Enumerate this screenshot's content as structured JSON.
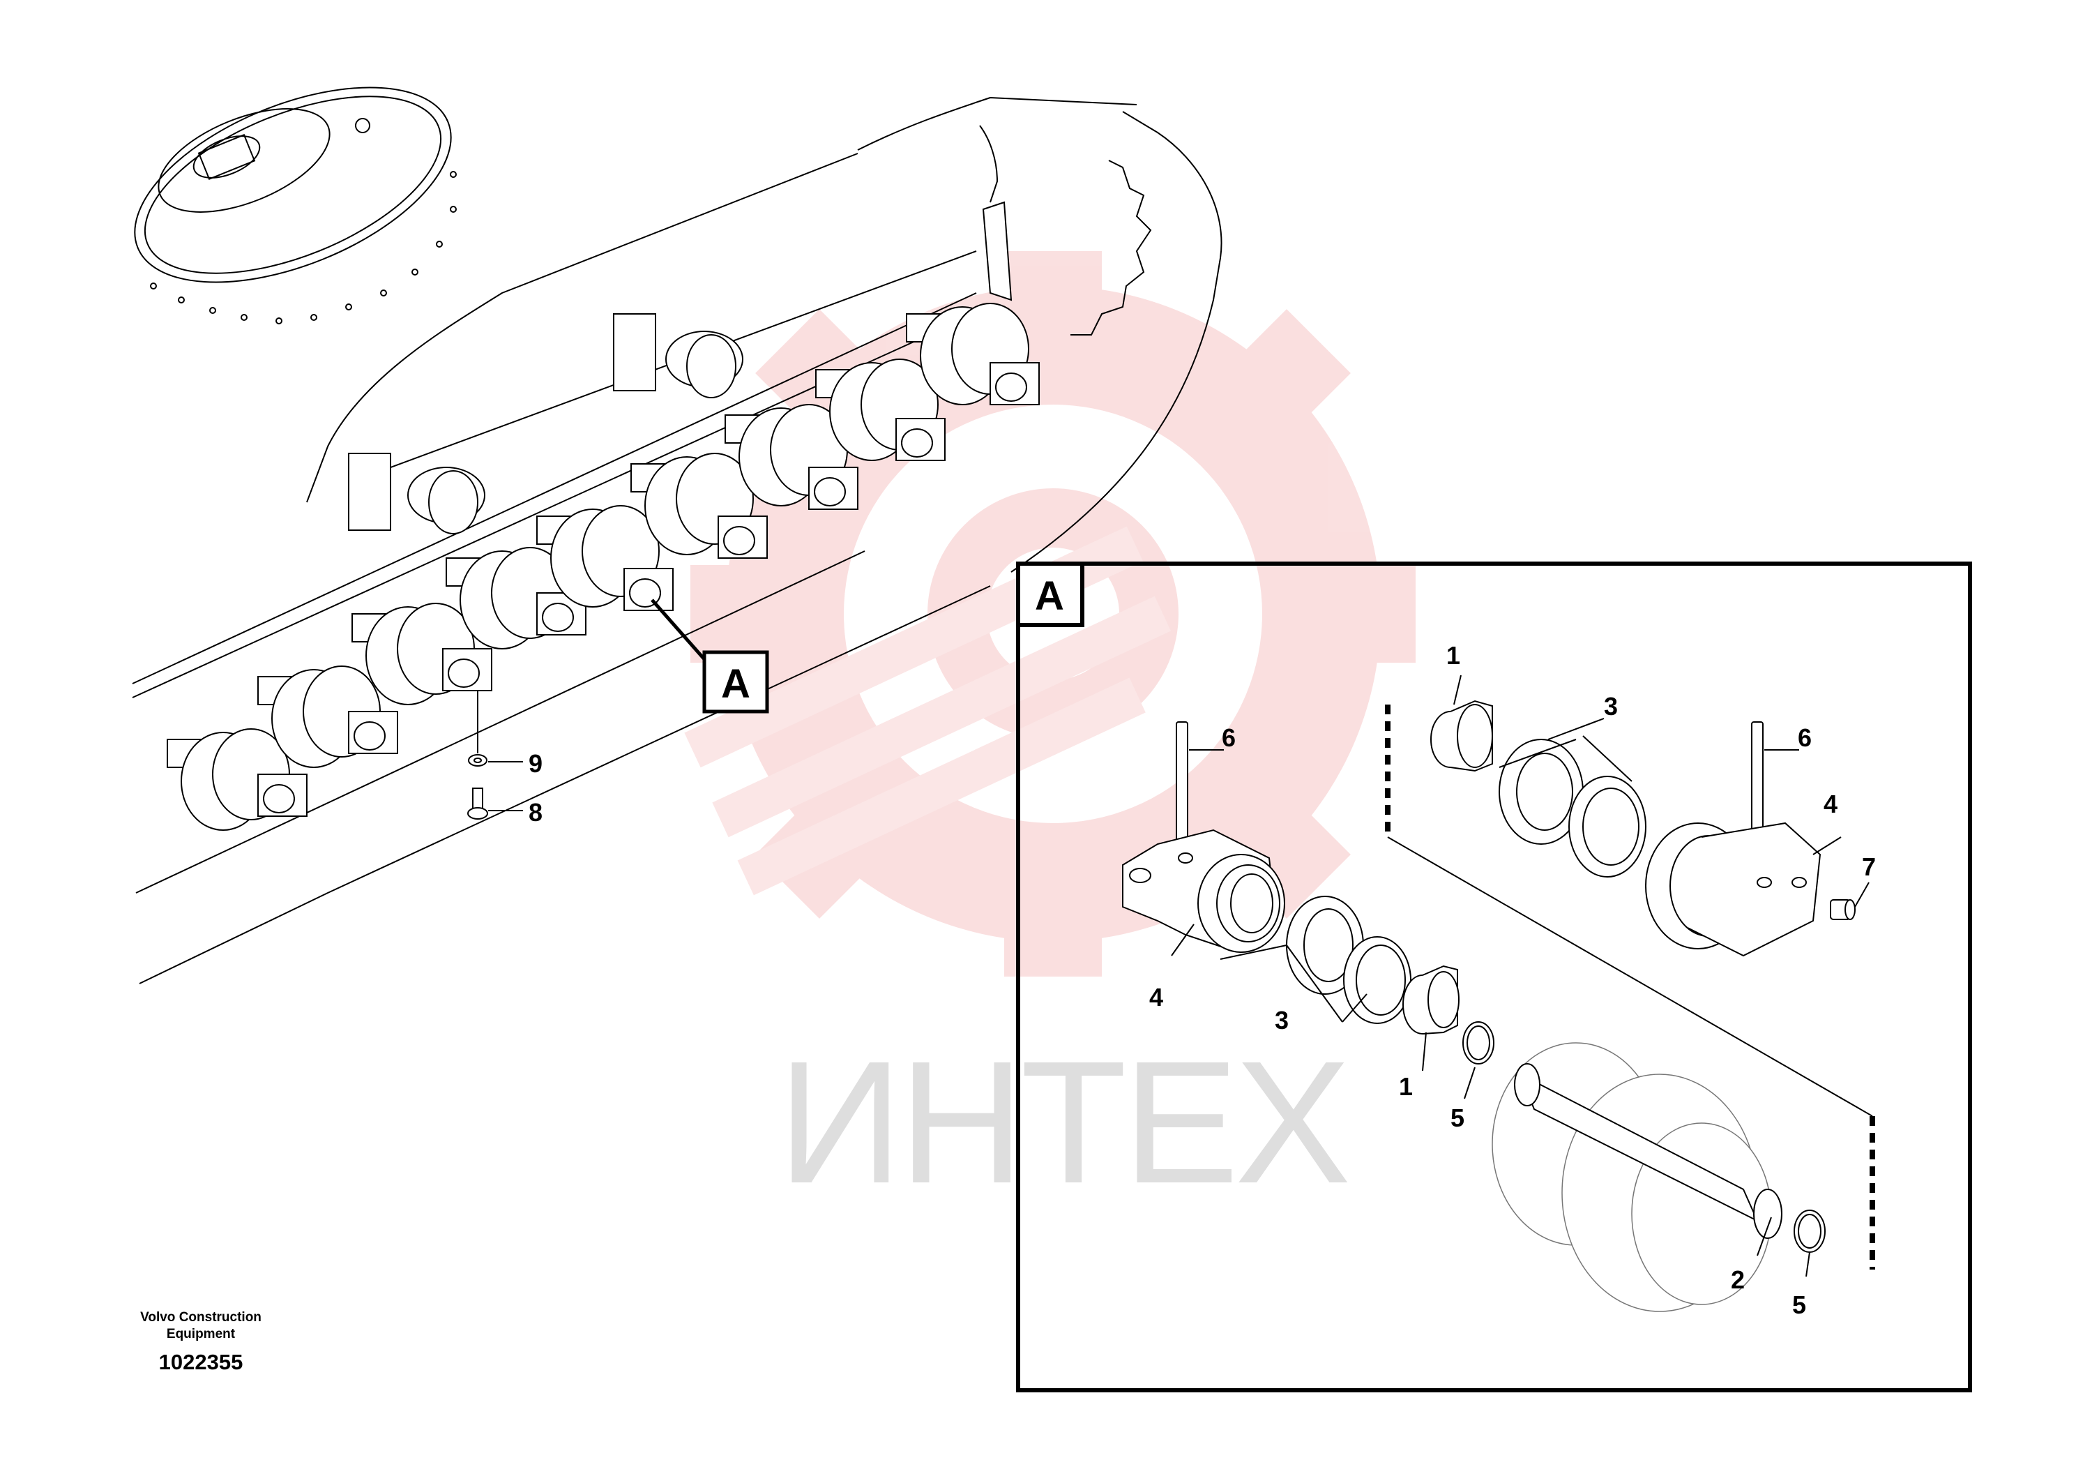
{
  "detail_callout": "A",
  "detail_box_title": "A",
  "labels": {
    "overview": [
      {
        "id": "9",
        "text": "9"
      },
      {
        "id": "8",
        "text": "8"
      }
    ],
    "detail": [
      {
        "id": "d1a",
        "text": "1"
      },
      {
        "id": "d3a",
        "text": "3"
      },
      {
        "id": "d6a",
        "text": "6"
      },
      {
        "id": "d6b",
        "text": "6"
      },
      {
        "id": "d4a",
        "text": "4"
      },
      {
        "id": "d7",
        "text": "7"
      },
      {
        "id": "d4b",
        "text": "4"
      },
      {
        "id": "d3b",
        "text": "3"
      },
      {
        "id": "d1b",
        "text": "1"
      },
      {
        "id": "d5a",
        "text": "5"
      },
      {
        "id": "d2",
        "text": "2"
      },
      {
        "id": "d5b",
        "text": "5"
      }
    ]
  },
  "footer": {
    "line1": "Volvo Construction",
    "line2": "Equipment",
    "number": "1022355"
  },
  "watermark": {
    "text": "ИНТЕХ",
    "color": "#e6e6e6",
    "logo_color": "#f5c5c5"
  }
}
